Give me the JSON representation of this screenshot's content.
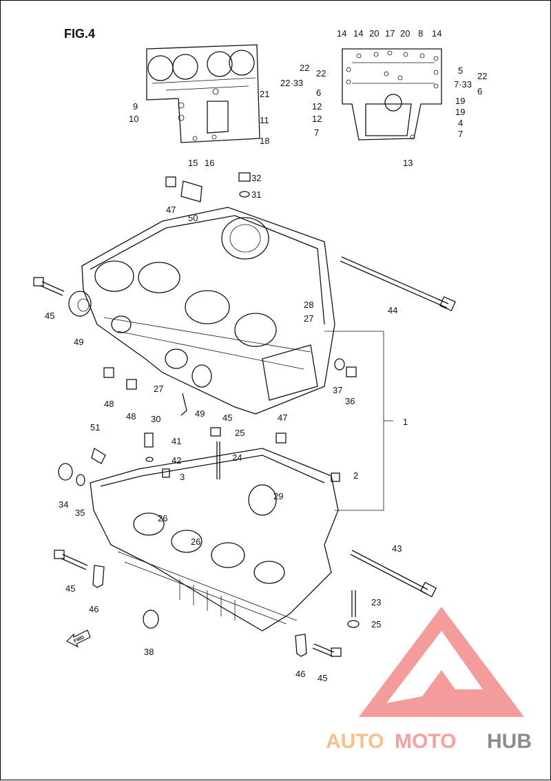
{
  "figure": {
    "title": "FIG.4"
  },
  "fwd_label": "FWD",
  "watermark": {
    "auto": "AUTO",
    "moto": "MOTO",
    "hub": "HUB",
    "color_auto": "#f7c08a",
    "color_moto": "#f6a0a0",
    "color_hub": "#8c8c8c",
    "logo_color": "#f28b8b"
  },
  "labels": [
    "14",
    "14",
    "20",
    "17",
    "20",
    "8",
    "14",
    "22",
    "22",
    "22·33",
    "6",
    "12",
    "12",
    "7",
    "5",
    "22",
    "7·33",
    "6",
    "19",
    "19",
    "4",
    "7",
    "13",
    "9",
    "10",
    "21",
    "11",
    "18",
    "15",
    "16",
    "32",
    "31",
    "47",
    "50",
    "44",
    "45",
    "49",
    "28",
    "27",
    "48",
    "48",
    "27",
    "30",
    "49",
    "45",
    "37",
    "36",
    "47",
    "1",
    "51",
    "41",
    "42",
    "3",
    "25",
    "24",
    "2",
    "29",
    "34",
    "35",
    "26",
    "26",
    "45",
    "46",
    "43",
    "23",
    "25",
    "38",
    "46",
    "45"
  ]
}
